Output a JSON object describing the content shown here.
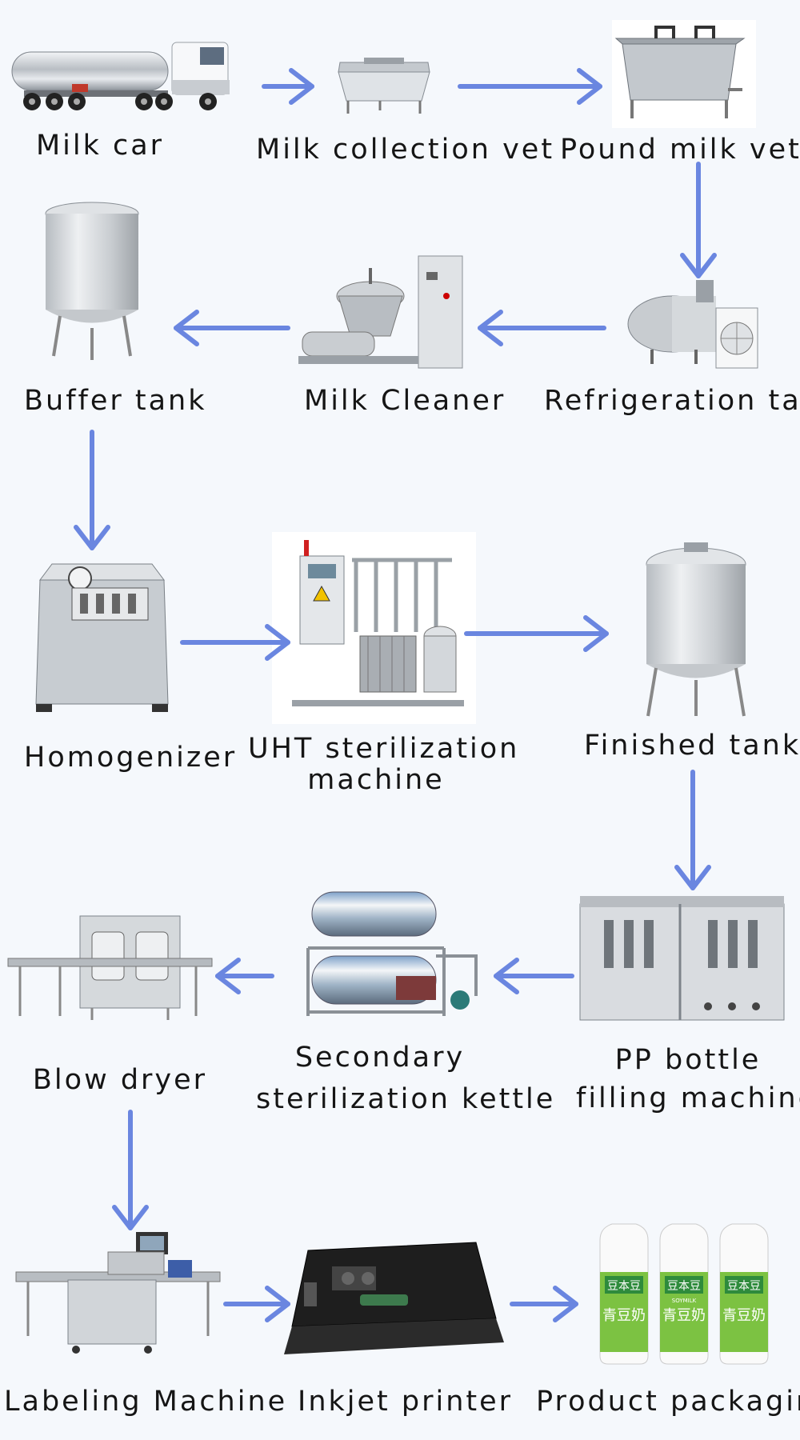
{
  "flow": {
    "stages": [
      {
        "id": "milk-car",
        "label": "Milk car"
      },
      {
        "id": "milk-collection-vet",
        "label": "Milk collection vet"
      },
      {
        "id": "pound-milk-vet",
        "label": "Pound milk vet"
      },
      {
        "id": "refrigeration-tank",
        "label": "Refrigeration tank"
      },
      {
        "id": "milk-cleaner",
        "label": "Milk Cleaner"
      },
      {
        "id": "buffer-tank",
        "label": "Buffer tank"
      },
      {
        "id": "homogenizer",
        "label": "Homogenizer"
      },
      {
        "id": "uht-sterilization-machine",
        "label_line1": "UHT sterilization",
        "label_line2": "machine"
      },
      {
        "id": "finished-tank",
        "label": "Finished tank"
      },
      {
        "id": "pp-bottle-filling-machine",
        "label_line1": "PP bottle",
        "label_line2": "filling machine"
      },
      {
        "id": "secondary-sterilization-kettle",
        "label_line1": "Secondary",
        "label_line2": "sterilization kettle"
      },
      {
        "id": "blow-dryer",
        "label": "Blow dryer"
      },
      {
        "id": "labeling-machine",
        "label": "Labeling Machine"
      },
      {
        "id": "inkjet-printer",
        "label": "Inkjet printer"
      },
      {
        "id": "product-packaging",
        "label": "Product packaging"
      }
    ],
    "product": {
      "brand": "豆本豆",
      "sub": "SOYMILK",
      "name": "青豆奶"
    },
    "arrow_color": "#6a86e0"
  }
}
